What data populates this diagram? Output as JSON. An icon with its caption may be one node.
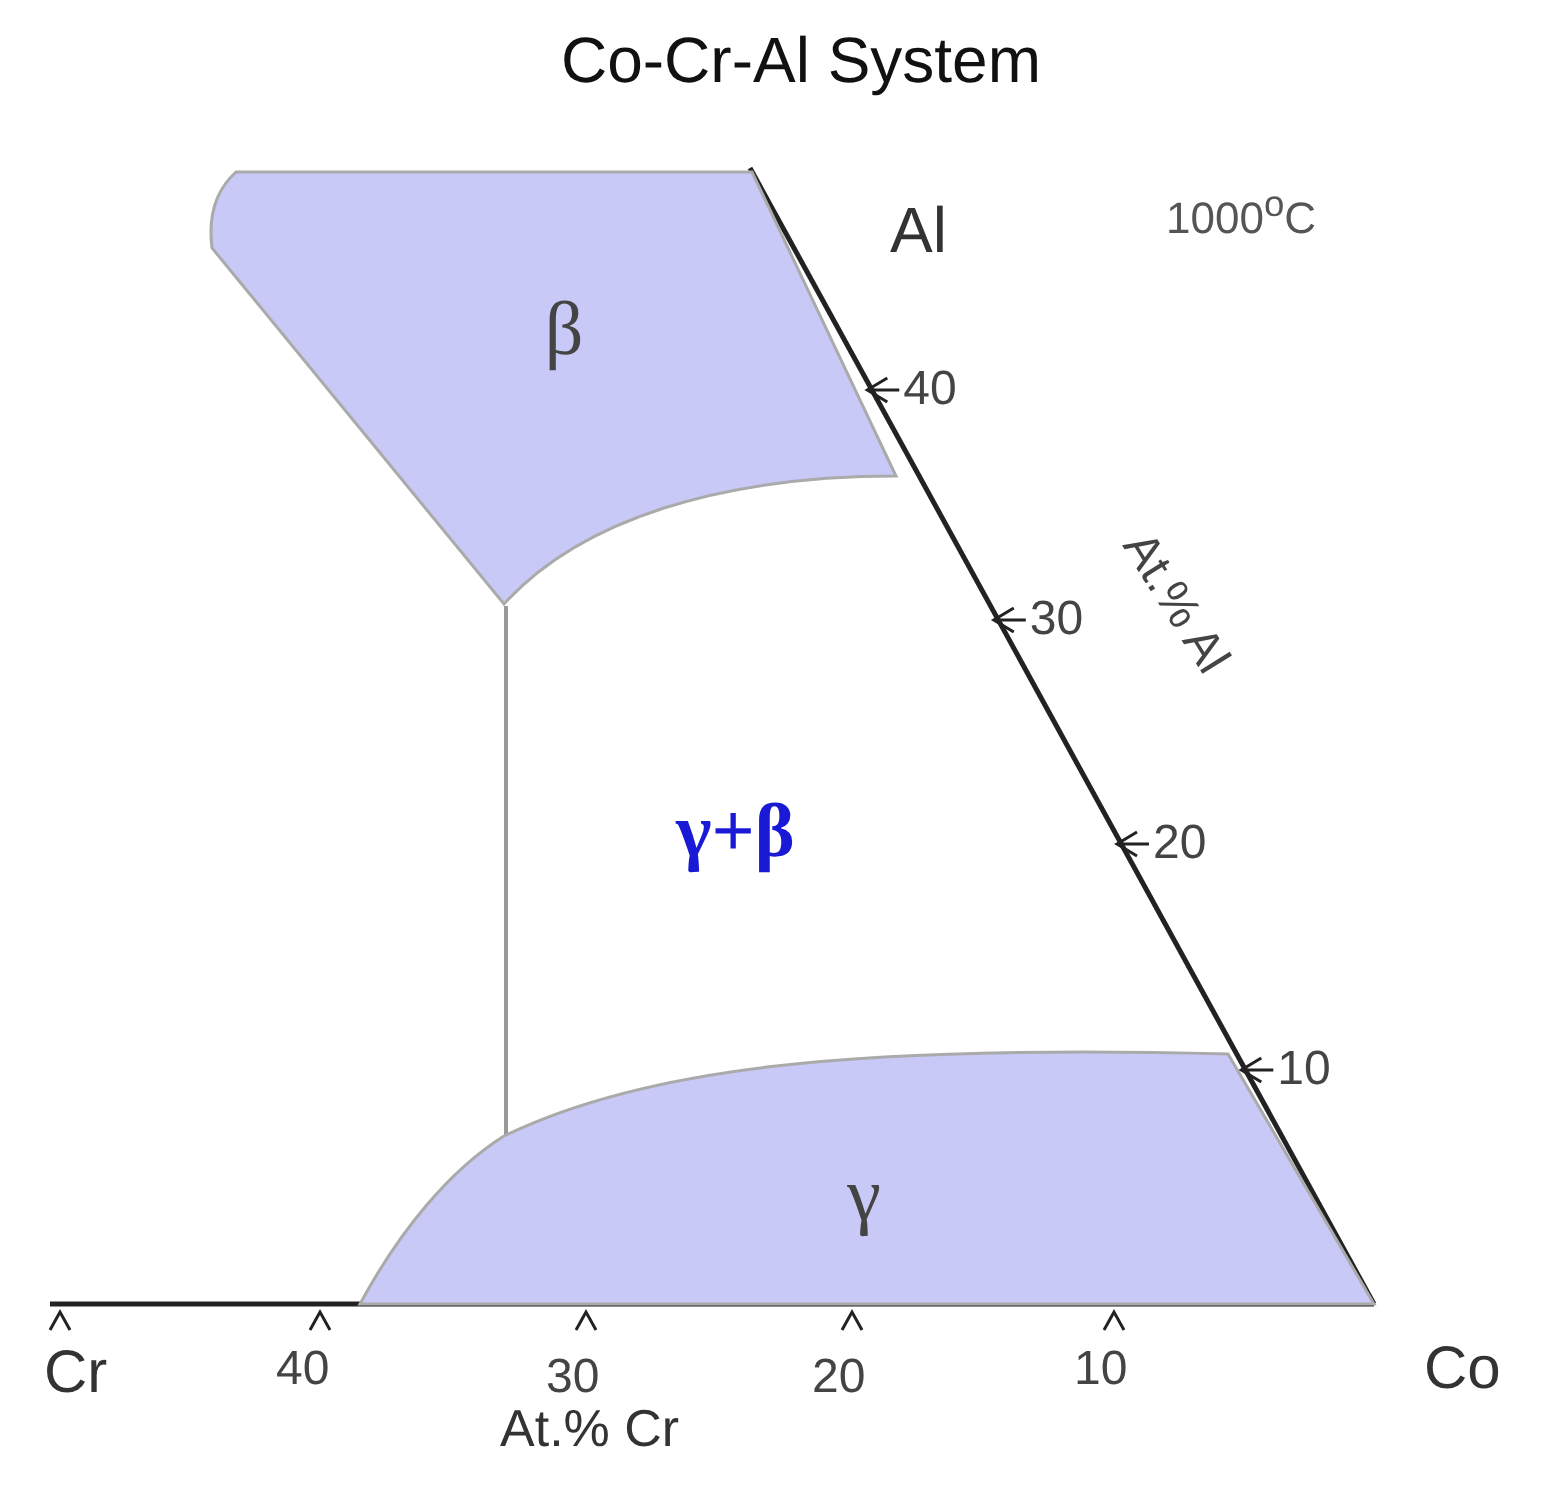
{
  "diagram": {
    "title": "Co-Cr-Al System",
    "nodes": [
      {
        "text": [
          "β"
        ]
      },
      {
        "text": [
          "γ"
        ]
      }
    ],
    "edges": [
      {
        "from": 0,
        "to": 1,
        "arrow": "none",
        "color": "#999999"
      }
    ],
    "labels": [
      "Al",
      "1000$^{o}$C",
      "40",
      "30",
      "At.% Al",
      "γ+β",
      "20",
      "10",
      "Cr",
      "40",
      "30",
      "20",
      "10",
      "Co",
      "At.% Cr"
    ]
  }
}
